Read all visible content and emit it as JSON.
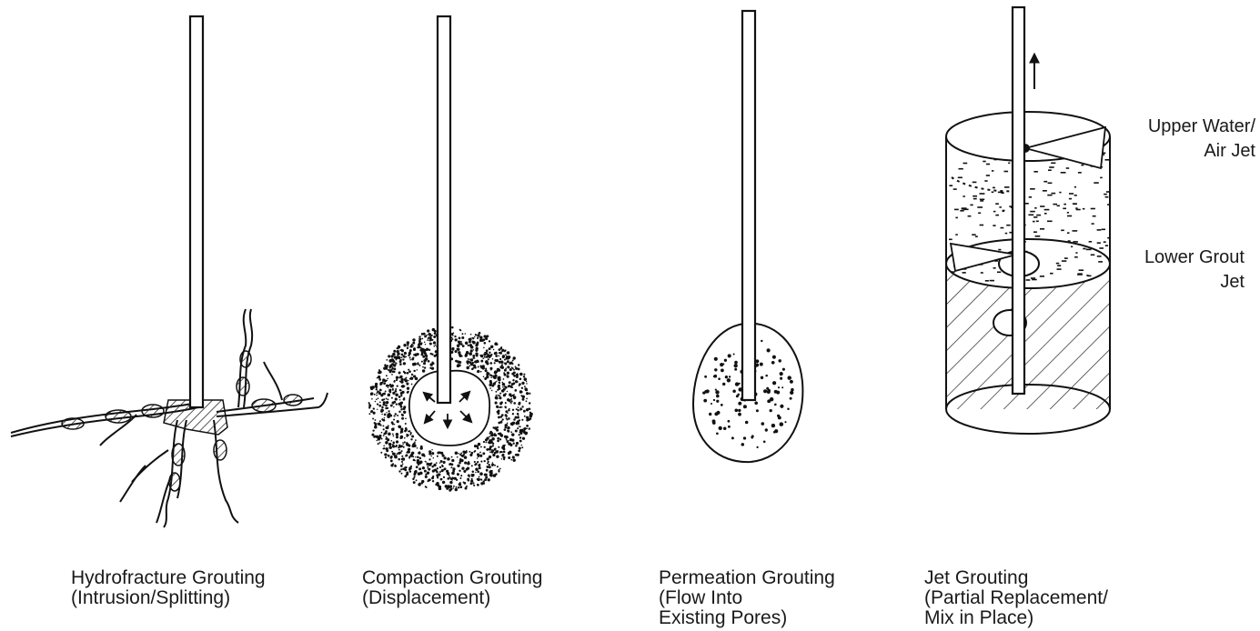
{
  "panels": [
    {
      "id": "hydrofracture",
      "caption": [
        "Hydrofracture Grouting",
        "(Intrusion/Splitting)"
      ]
    },
    {
      "id": "compaction",
      "caption": [
        "Compaction Grouting",
        "(Displacement)"
      ]
    },
    {
      "id": "permeation",
      "caption": [
        "Permeation Grouting",
        "(Flow Into",
        "Existing Pores)"
      ]
    },
    {
      "id": "jet",
      "caption": [
        "Jet Grouting",
        "(Partial  Replacement/",
        "Mix in Place)"
      ]
    }
  ],
  "jet_labels": {
    "upper": [
      "Upper Water/",
      "Air Jet"
    ],
    "lower": [
      "Lower Grout",
      "Jet"
    ]
  }
}
